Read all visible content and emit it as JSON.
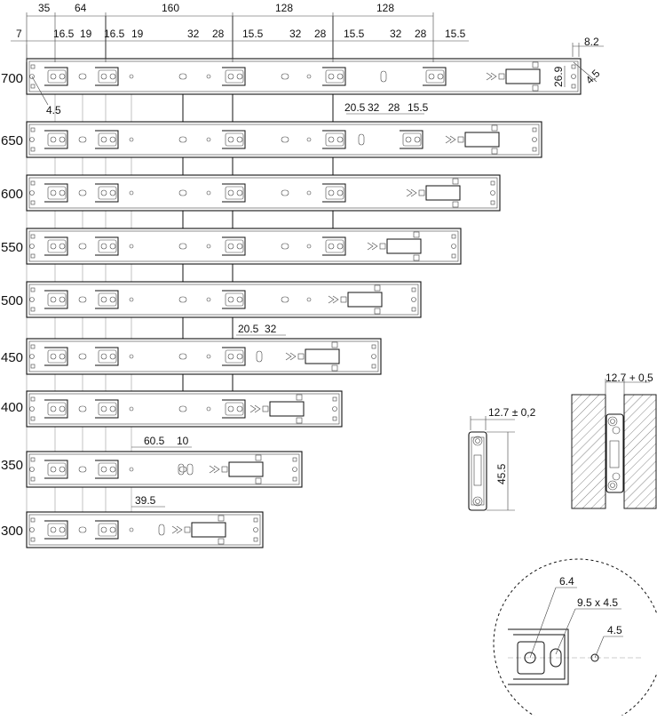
{
  "rail_lengths": [
    "700",
    "650",
    "600",
    "550",
    "500",
    "450",
    "400",
    "350",
    "300"
  ],
  "top_dimensions": {
    "row1": [
      "35",
      "64",
      "160",
      "128",
      "128"
    ],
    "row2": [
      "7",
      "16.5",
      "19",
      "16.5",
      "19",
      "32",
      "28",
      "15.5",
      "32",
      "28",
      "15.5",
      "32",
      "28",
      "15.5"
    ],
    "right": [
      "8.2",
      "4.5",
      "26.9"
    ],
    "left_hole": "4.5"
  },
  "rail_650_dims": [
    "20.5",
    "32",
    "28",
    "15.5"
  ],
  "rail_450_dims": [
    "20.5",
    "32"
  ],
  "rail_350_dims": [
    "60.5",
    "10"
  ],
  "rail_300_dims": [
    "39.5"
  ],
  "side_views": {
    "profile_width": "12.7 ± 0,2",
    "profile_height": "45.5",
    "gap_width": "12.7 + 0,5"
  },
  "detail": {
    "hole_large": "6.4",
    "slot": "9.5 x 4.5",
    "hole_small": "4.5"
  }
}
